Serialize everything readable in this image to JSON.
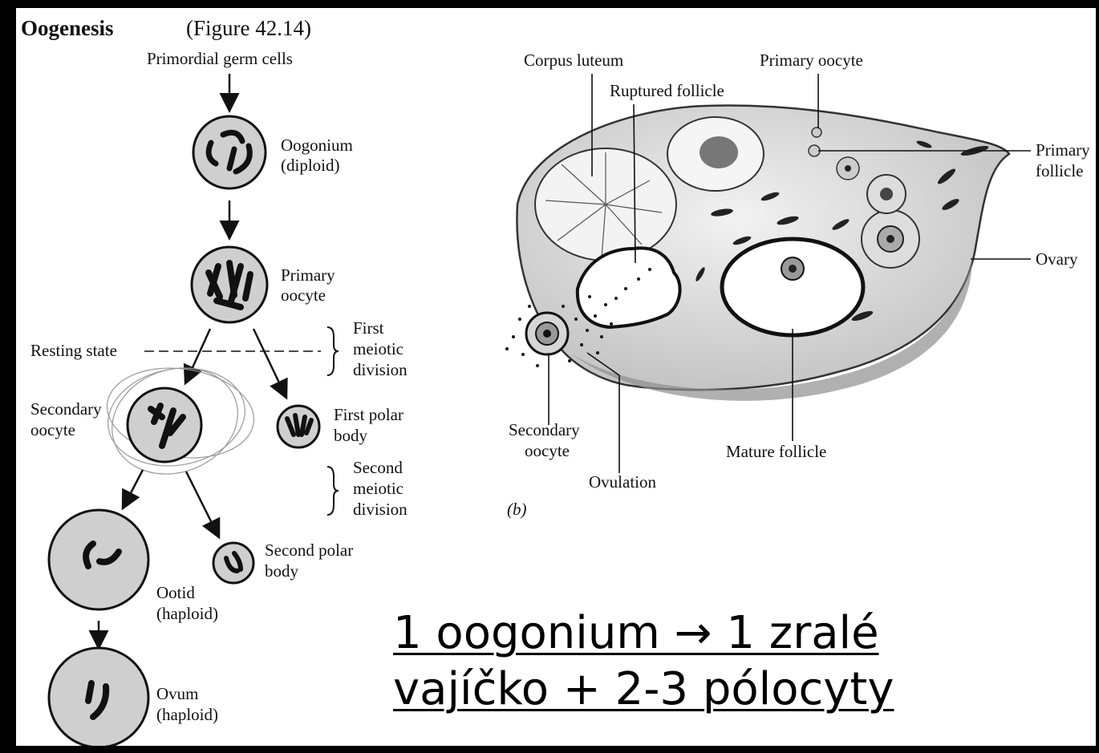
{
  "title": "Oogenesis",
  "figure_ref": "(Figure 42.14)",
  "left_panel": {
    "primordial": "Primordial germ cells",
    "oogonium": [
      "Oogonium",
      "(diploid)"
    ],
    "primary_oocyte": [
      "Primary",
      "oocyte"
    ],
    "resting_state": "Resting state",
    "first_meiotic": [
      "First",
      "meiotic",
      "division"
    ],
    "secondary_oocyte": [
      "Secondary",
      "oocyte"
    ],
    "first_polar": [
      "First polar",
      "body"
    ],
    "second_meiotic": [
      "Second",
      "meiotic",
      "division"
    ],
    "second_polar": [
      "Second polar",
      "body"
    ],
    "ootid": [
      "Ootid",
      "(haploid)"
    ],
    "ovum": [
      "Ovum",
      "(haploid)"
    ]
  },
  "right_panel": {
    "corpus_luteum": "Corpus luteum",
    "ruptured_follicle": "Ruptured follicle",
    "primary_oocyte": "Primary oocyte",
    "primary_follicle": [
      "Primary",
      "follicle"
    ],
    "ovary": "Ovary",
    "secondary_oocyte": [
      "Secondary",
      "oocyte"
    ],
    "ovulation": "Ovulation",
    "mature_follicle": "Mature follicle",
    "panel_tag": "(b)"
  },
  "summary": {
    "line1": "1 oogonium → 1 zralé",
    "line2": "vajíčko + 2-3 pólocyty"
  }
}
